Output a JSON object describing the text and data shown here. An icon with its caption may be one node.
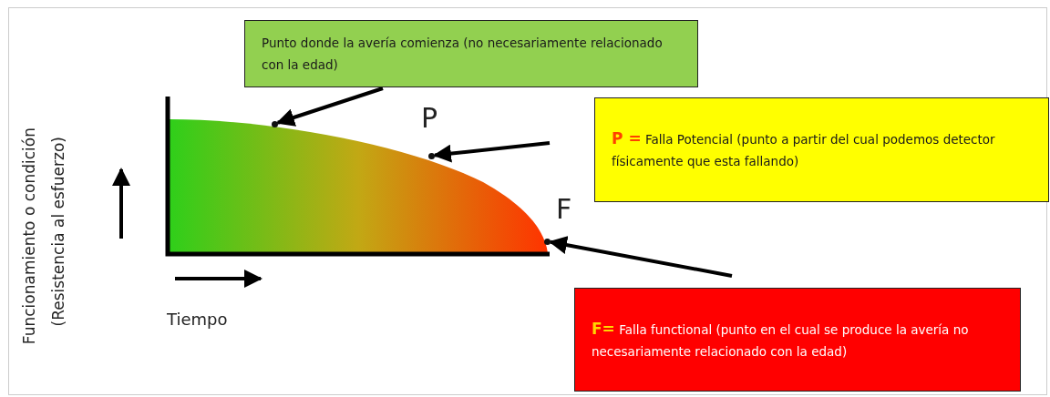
{
  "diagram": {
    "nodes": [
      {
        "text": [
          "Punto donde la avería comienza (no necesariamente relacionado con la edad)"
        ]
      },
      {
        "text": [
          "**P =** Falla Potencial (punto a partir del cual podemos detector físicamente que esta fallando)"
        ]
      },
      {
        "text": [
          "**F=** Falla functional (punto en el cual se produce la avería no necesariamente relacionado con la edad)"
        ]
      },
      {
        "text": [],
        "shape": "circle"
      },
      {
        "text": [],
        "shape": "circle"
      },
      {
        "text": [],
        "shape": "circle"
      }
    ],
    "edges": [
      {
        "from": 0,
        "to": 3,
        "arrow": "to"
      },
      {
        "from": 1,
        "to": 4,
        "arrow": "to"
      },
      {
        "from": 2,
        "to": 5,
        "arrow": "to"
      }
    ],
    "labels": [
      "Funcionamiento o condición",
      "(Resistencia al esfuerzo)",
      "P",
      "F",
      "Tiempo"
    ]
  }
}
